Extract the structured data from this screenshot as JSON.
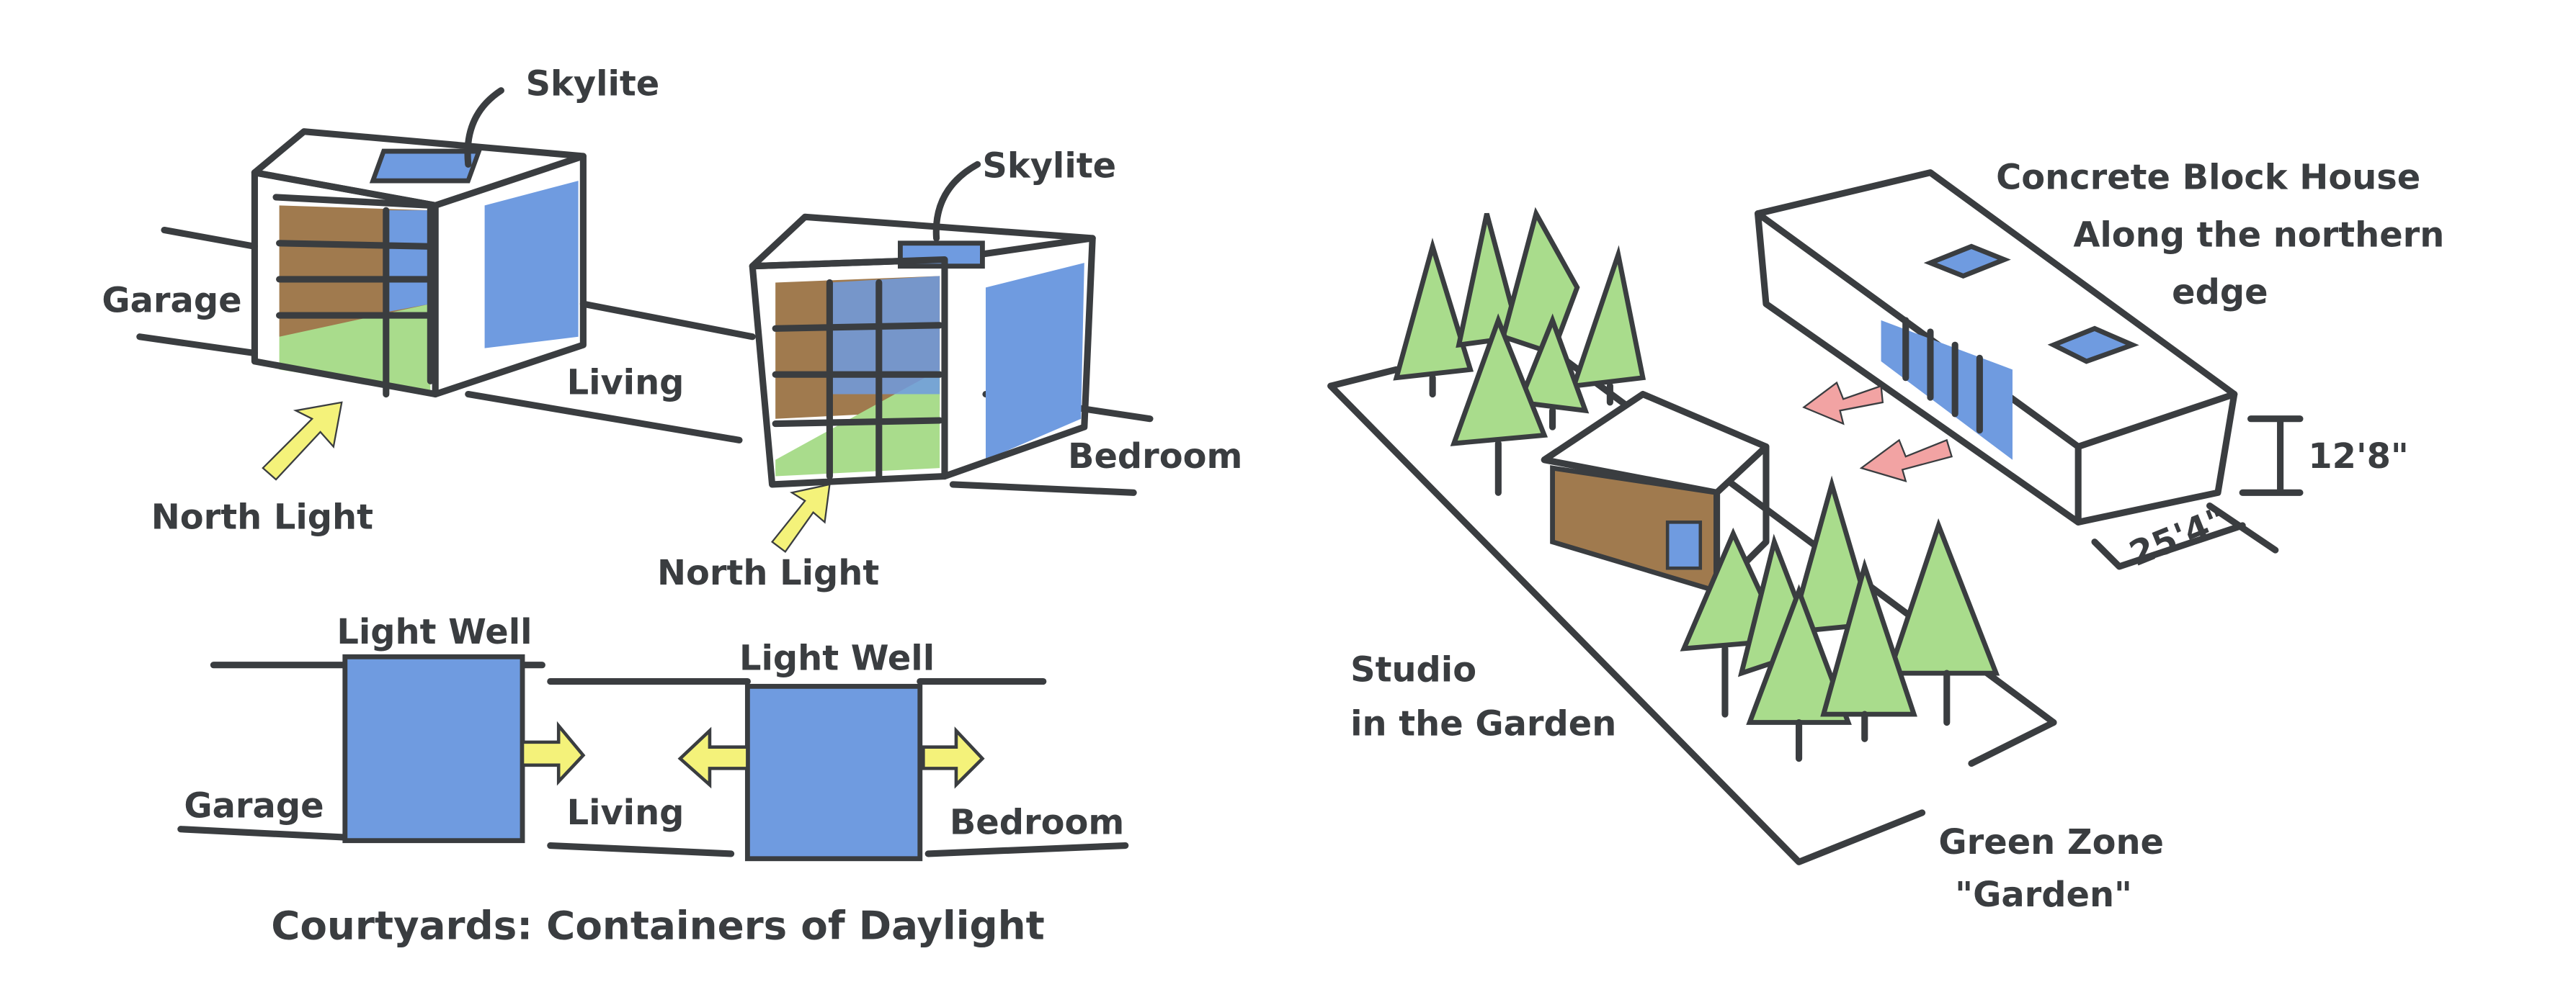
{
  "colors": {
    "ink": "#3a3d40",
    "blue": "#6f9be0",
    "brown": "#a07a4e",
    "green": "#a9dc8c",
    "yellow": "#f4f27a",
    "pink": "#f2a3a3",
    "tree": "#a9dc8c"
  },
  "left_top": {
    "skylite_1": "Skylite",
    "skylite_2": "Skylite",
    "garage": "Garage",
    "living": "Living",
    "bedroom": "Bedroom",
    "north_light_1": "North Light",
    "north_light_2": "North Light"
  },
  "left_bottom": {
    "light_well_1": "Light Well",
    "light_well_2": "Light Well",
    "garage": "Garage",
    "living": "Living",
    "bedroom": "Bedroom",
    "caption": "Courtyards: Containers of Daylight"
  },
  "right": {
    "house_line1": "Concrete Block House",
    "house_line2": "Along the northern",
    "house_line3": "edge",
    "height_dim": "12'8\"",
    "width_dim": "25'4\"",
    "studio_line1": "Studio",
    "studio_line2": "in the Garden",
    "green_zone_line1": "Green Zone",
    "green_zone_line2": "\"Garden\""
  }
}
